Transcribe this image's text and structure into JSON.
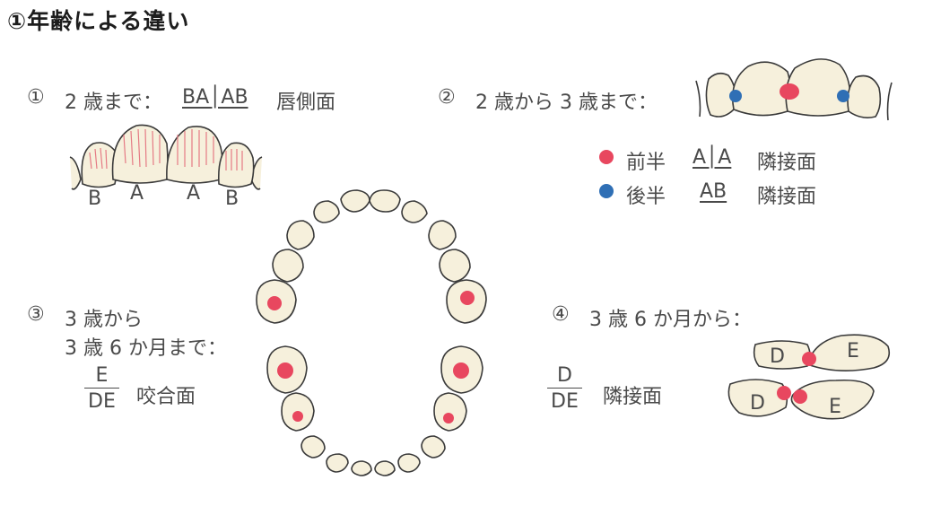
{
  "title": "①年齢による違い",
  "section1": {
    "number": "①",
    "label": "2 歳まで：",
    "teeth_notation": "BA│AB",
    "surface": "唇側面",
    "tooth_letters": [
      "B",
      "A",
      "A",
      "B"
    ]
  },
  "section2": {
    "number": "②",
    "label": "2 歳から 3 歳まで：",
    "legend": [
      {
        "marker": "前半",
        "teeth": "A│A",
        "surface": "隣接面",
        "color": "#e8475f"
      },
      {
        "marker": "後半",
        "teeth": "AB",
        "surface": "隣接面",
        "color": "#2f6fb5"
      }
    ]
  },
  "section3": {
    "number": "③",
    "line1": "3 歳から",
    "line2": "3 歳 6 か月まで：",
    "numerator": "E",
    "denominator": "DE",
    "surface": "咬合面"
  },
  "section4": {
    "number": "④",
    "label": "3 歳 6 か月から：",
    "numerator": "D",
    "denominator": "DE",
    "surface": "隣接面",
    "tooth_letters": [
      "D",
      "E",
      "D",
      "E"
    ]
  },
  "colors": {
    "red_dot": "#e8475f",
    "blue_dot": "#2f6fb5",
    "tooth_fill": "#f6f0dc",
    "outline": "#3a3a3a"
  }
}
